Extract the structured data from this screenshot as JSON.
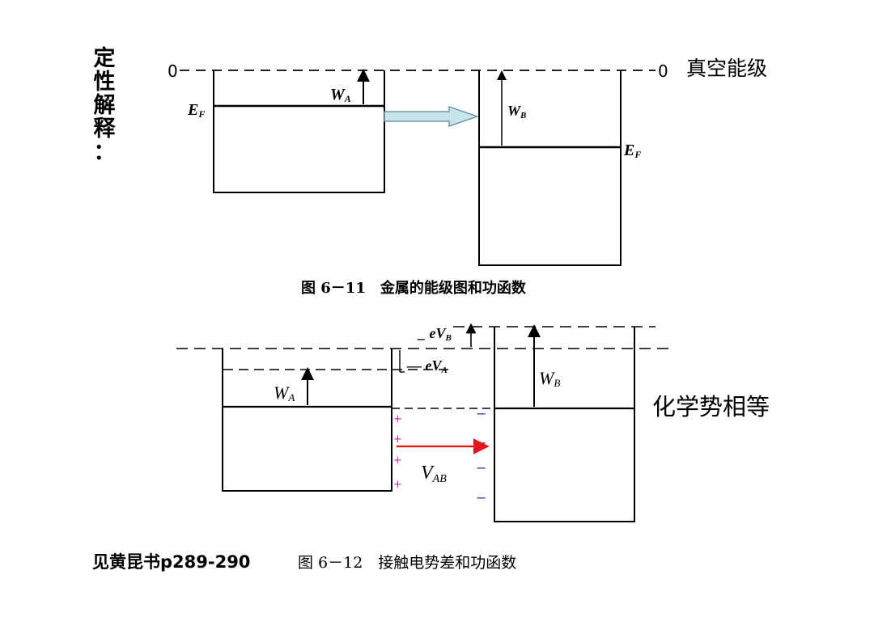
{
  "side_title": "定性解释：",
  "vacuum_label": "真空能级",
  "equal_chem_potential": "化学势相等",
  "book_ref": "见黄昆书p289-290",
  "fig1": {
    "caption": "图 6－11　金属的能级图和功函数",
    "zero_left": "0",
    "zero_right": "0",
    "fermi_a": "E",
    "fermi_a_sub": "F",
    "fermi_b": "E",
    "fermi_b_sub": "F",
    "work_a": "W",
    "work_a_sub": "A",
    "work_b": "W",
    "work_b_sub": "B"
  },
  "fig2": {
    "caption": "图 6－12　接触电势差和功函数",
    "ev_b": "eV",
    "ev_b_sub": "B",
    "ev_a": "eV",
    "ev_a_sub": "A",
    "work_a": "W",
    "work_a_sub": "A",
    "work_b": "W",
    "work_b_sub": "B",
    "vab": "V",
    "vab_sub": "AB",
    "plus_sign": "+",
    "minus_sign": "−"
  },
  "colors": {
    "plus": "#e0208a",
    "minus": "#6a1fb8",
    "field_arrow": "#e8141c",
    "transfer_arrow_fill": "#c8e4ec"
  }
}
